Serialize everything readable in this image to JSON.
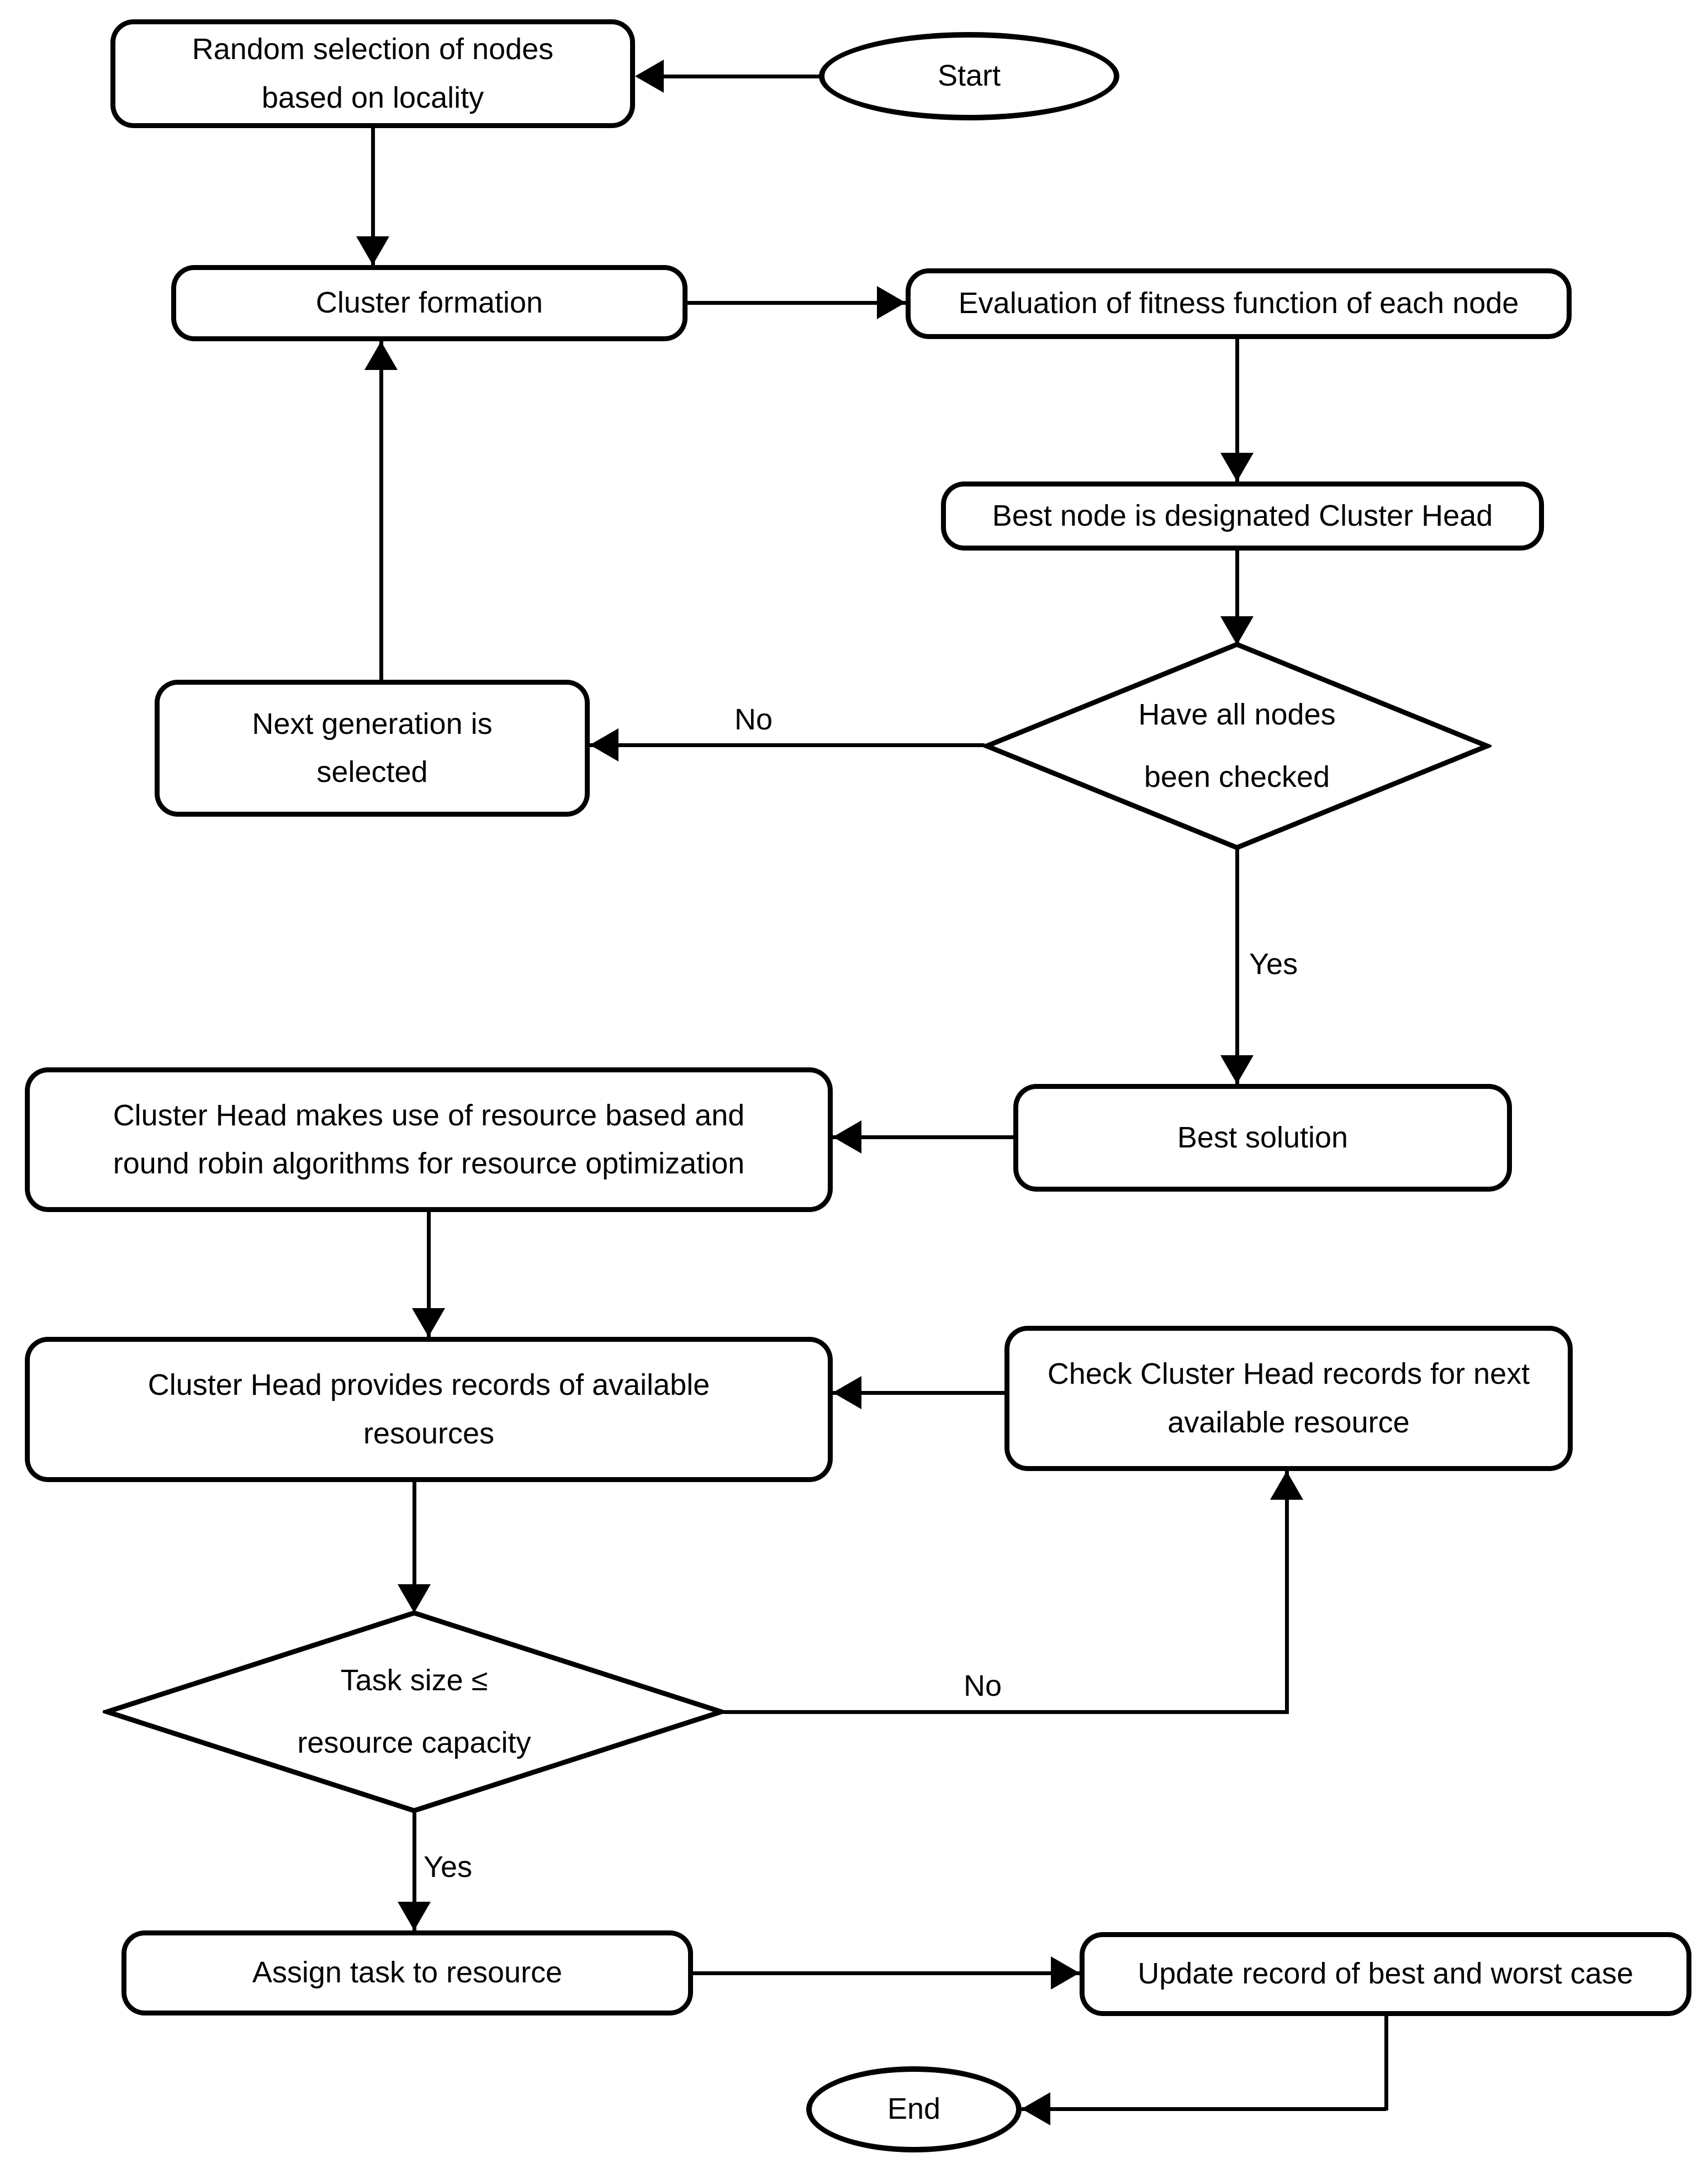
{
  "diagram": {
    "type": "flowchart",
    "colors": {
      "stroke": "#000000",
      "background": "#ffffff",
      "text": "#000000"
    },
    "nodes": {
      "start": "Start",
      "random_selection": "Random selection of nodes\nbased on locality",
      "cluster_formation": "Cluster formation",
      "evaluation": "Evaluation of fitness function of each node",
      "best_node": "Best node is designated Cluster Head",
      "nodes_checked_decision": "Have all nodes\nbeen checked",
      "next_generation": "Next generation is\nselected",
      "best_solution": "Best solution",
      "ch_optimization": "Cluster Head makes use of resource based and\nround robin algorithms for resource optimization",
      "ch_records": "Cluster Head provides records of available\nresources",
      "check_ch_records": "Check Cluster Head records for next\navailable resource",
      "task_size_decision": "Task size ≤\nresource capacity",
      "assign_task": "Assign task to resource",
      "update_record": "Update record of best and worst case",
      "end": "End"
    },
    "edge_labels": {
      "nodes_checked_no": "No",
      "nodes_checked_yes": "Yes",
      "task_size_no": "No",
      "task_size_yes": "Yes"
    }
  }
}
